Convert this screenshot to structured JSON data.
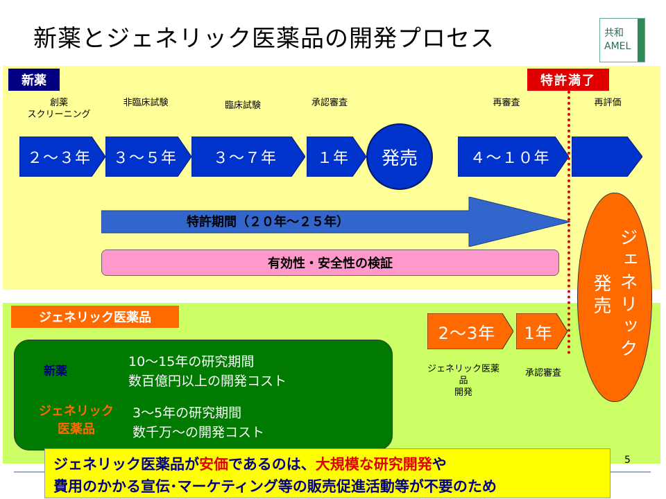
{
  "title": "新薬とジェネリック医薬品の開発プロセス",
  "logo": {
    "line1": "共和",
    "line2": "AMEL"
  },
  "new_drug_tag": "新薬",
  "patent_expiry_tag": "特許満了",
  "generic_tag": "ジェネリック医薬品",
  "stages": {
    "discovery_l1": "創薬",
    "discovery_l2": "スクリーニング",
    "nonclinical": "非臨床試験",
    "clinical": "臨床試験",
    "approval": "承認審査",
    "reexam": "再審査",
    "reeval": "再評価"
  },
  "steps": [
    "２〜３年",
    "３〜５年",
    "３〜７年",
    "１年",
    "４〜１０年",
    ""
  ],
  "launch": "発売",
  "patent_period": "特許期間（２０年〜２５年）",
  "efficacy": "有効性・安全性の検証",
  "generic_launch": {
    "col1": "ジェネリック",
    "col2": "発売"
  },
  "generic_steps": [
    "2〜3年",
    "1年"
  ],
  "generic_stage_dev_l1": "ジェネリック医薬",
  "generic_stage_dev_l2": "品",
  "generic_stage_dev_l3": "開発",
  "generic_stage_approval": "承認審査",
  "compare": {
    "new_label": "新薬",
    "new_line1": "10〜15年の研究期間",
    "new_line2": "数百億円以上の開発コスト",
    "gen_label_l1": "ジェネリック",
    "gen_label_l2": "医薬品",
    "gen_line1": "3〜5年の研究期間",
    "gen_line2": "数千万〜の開発コスト"
  },
  "bottom": {
    "l1_a": "ジェネリック医薬品が",
    "l1_b": "安価",
    "l1_c": "であるのは、",
    "l1_d": "大規模な研究開発",
    "l1_e": "や",
    "l2": "費用のかかる宣伝･マーケティング等の販売促進活動等が不要のため"
  },
  "page_number": "5",
  "colors": {
    "navy": "#000080",
    "step_blue": "#0033cc",
    "red": "#e00000",
    "orange": "#ff6a00",
    "top_panel": "#ffff99",
    "bottom_panel": "#ccff66",
    "pink": "#ff99cc",
    "green": "#007a00",
    "arrow_blue": "#3366cc"
  }
}
